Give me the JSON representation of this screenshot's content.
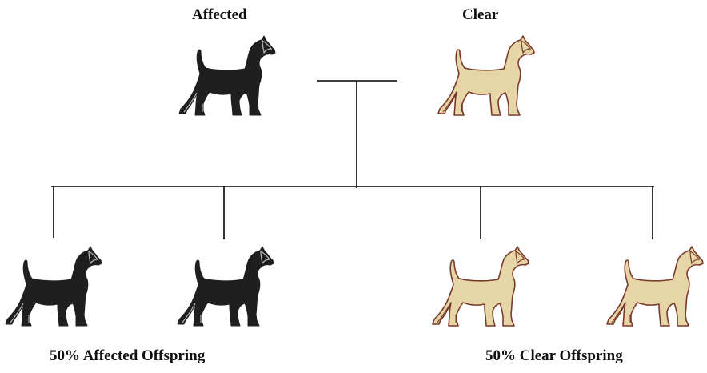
{
  "diagram": {
    "parents": [
      {
        "label": "Affected",
        "status": "affected"
      },
      {
        "label": "Clear",
        "status": "clear"
      }
    ],
    "offspring": [
      {
        "status": "affected"
      },
      {
        "status": "affected"
      },
      {
        "status": "clear"
      },
      {
        "status": "clear"
      }
    ],
    "offspring_labels": {
      "affected": "50% Affected Offspring",
      "clear": "50% Clear Offspring"
    },
    "colors": {
      "affected_fill": "#1f1f1f",
      "affected_highlight": "#bdbdbd",
      "clear_fill": "#e6d5a6",
      "clear_outline": "#7a3a2a",
      "line": "#000000",
      "text": "#111111"
    },
    "icon": "terrier-dog-icon"
  }
}
